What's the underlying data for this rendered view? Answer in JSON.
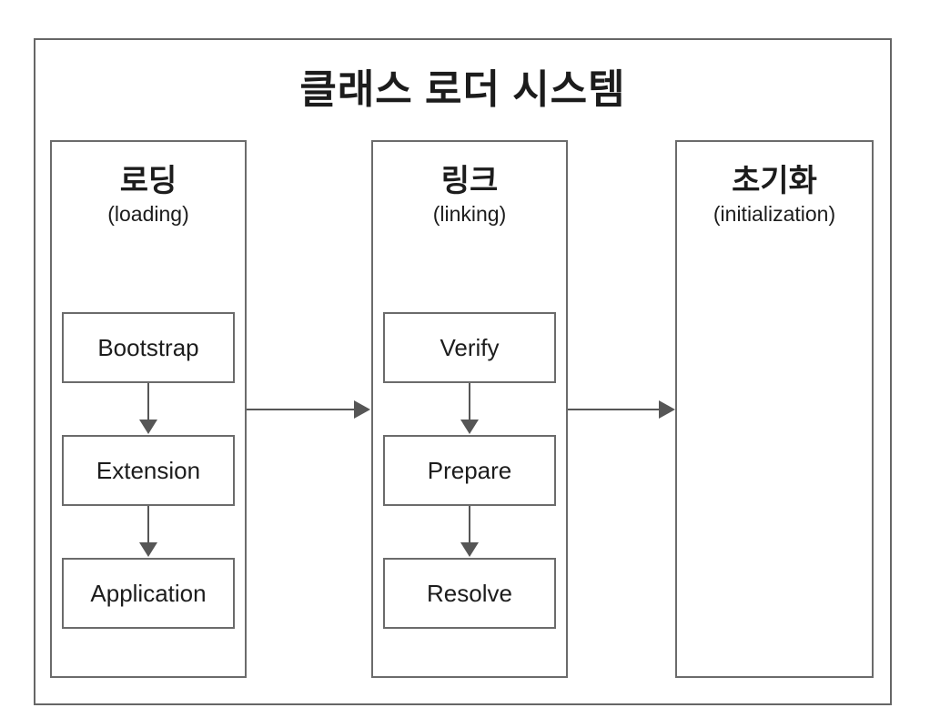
{
  "colors": {
    "background": "#ffffff",
    "border": "#6b6b6b",
    "arrow": "#565656",
    "text": "#1c1c1c"
  },
  "diagram": {
    "title": "클래스 로더 시스템",
    "columns": [
      {
        "title_ko": "로딩",
        "title_en": "(loading)",
        "boxes": [
          "Bootstrap",
          "Extension",
          "Application"
        ]
      },
      {
        "title_ko": "링크",
        "title_en": "(linking)",
        "boxes": [
          "Verify",
          "Prepare",
          "Resolve"
        ]
      },
      {
        "title_ko": "초기화",
        "title_en": "(initialization)",
        "boxes": []
      }
    ]
  }
}
